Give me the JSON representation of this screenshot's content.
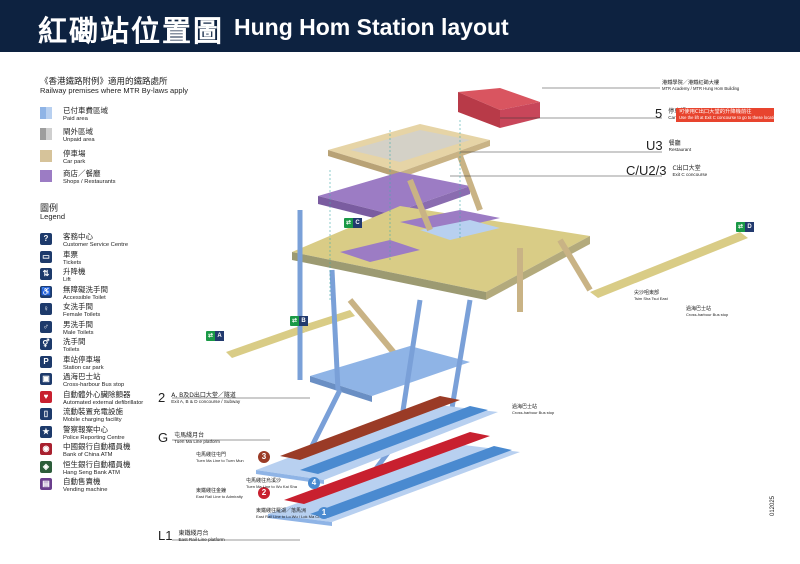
{
  "header": {
    "title_zh": "紅磡站位置圖",
    "title_en": "Hung Hom Station layout"
  },
  "legend_intro": {
    "zh": "《香港鐵路附例》適用的鐵路處所",
    "en": "Railway premises where MTR By-laws apply"
  },
  "zones": [
    {
      "zh": "已付車費區域",
      "en": "Paid area",
      "colors": [
        "#8fb4e6",
        "#b8d0f0"
      ]
    },
    {
      "zh": "閘外區域",
      "en": "Unpaid area",
      "colors": [
        "#9e9e9e",
        "#cfcfcf"
      ]
    },
    {
      "zh": "停車場",
      "en": "Car park",
      "colors": [
        "#d6c39a"
      ]
    },
    {
      "zh": "商店／餐廳",
      "en": "Shops / Restaurants",
      "colors": [
        "#9c7cc4"
      ]
    }
  ],
  "legend_heading": {
    "zh": "圖例",
    "en": "Legend"
  },
  "legend_items": [
    {
      "zh": "客務中心",
      "en": "Customer Service Centre",
      "icon": "customer-service-icon",
      "glyph": "?",
      "color": "#1d3a6b"
    },
    {
      "zh": "車票",
      "en": "Tickets",
      "icon": "ticket-icon",
      "glyph": "▭",
      "color": "#1d3a6b"
    },
    {
      "zh": "升降機",
      "en": "Lift",
      "icon": "lift-icon",
      "glyph": "⇅",
      "color": "#1d3a6b"
    },
    {
      "zh": "無障礙洗手間",
      "en": "Accessible Toilet",
      "icon": "accessible-toilet-icon",
      "glyph": "♿",
      "color": "#1d3a6b"
    },
    {
      "zh": "女洗手間",
      "en": "Female Toilets",
      "icon": "female-toilet-icon",
      "glyph": "♀",
      "color": "#1d3a6b"
    },
    {
      "zh": "男洗手間",
      "en": "Male Toilets",
      "icon": "male-toilet-icon",
      "glyph": "♂",
      "color": "#1d3a6b"
    },
    {
      "zh": "洗手間",
      "en": "Toilets",
      "icon": "toilets-icon",
      "glyph": "⚥",
      "color": "#1d3a6b"
    },
    {
      "zh": "車站停車場",
      "en": "Station car park",
      "icon": "parking-icon",
      "glyph": "P",
      "color": "#1d3a6b"
    },
    {
      "zh": "過海巴士站",
      "en": "Cross-harbour Bus stop",
      "icon": "bus-stop-icon",
      "glyph": "▣",
      "color": "#1d3a6b"
    },
    {
      "zh": "自動體外心臟除顫器",
      "en": "Automated external defibrillator",
      "icon": "defibrillator-icon",
      "glyph": "♥",
      "color": "#c8202f"
    },
    {
      "zh": "流動裝置充電設施",
      "en": "Mobile charging facility",
      "icon": "charging-icon",
      "glyph": "▯",
      "color": "#1d3a6b"
    },
    {
      "zh": "警察報案中心",
      "en": "Police Reporting Centre",
      "icon": "police-icon",
      "glyph": "★",
      "color": "#1d3a6b"
    },
    {
      "zh": "中國銀行自動櫃員機",
      "en": "Bank of China ATM",
      "icon": "boc-atm-icon",
      "glyph": "◉",
      "color": "#a8202f"
    },
    {
      "zh": "恒生銀行自動櫃員機",
      "en": "Hang Seng Bank ATM",
      "icon": "hangseng-atm-icon",
      "glyph": "◈",
      "color": "#2c5d3a"
    },
    {
      "zh": "自動售賣機",
      "en": "Vending machine",
      "icon": "vending-icon",
      "glyph": "▤",
      "color": "#6a3e8c"
    }
  ],
  "levels": [
    {
      "num": "",
      "zh": "港鐵學院／港鐵紅磡大樓",
      "en": "MTR Academy / MTR Hung Hom Building"
    },
    {
      "num": "5",
      "zh": "停車場",
      "en": "Car park"
    },
    {
      "num": "U3",
      "zh": "餐廳",
      "en": "Restaurant"
    },
    {
      "num": "C/U2/3",
      "zh": "C出口大堂",
      "en": "Exit C concourse"
    },
    {
      "num": "2",
      "zh": "A, B及D出口大堂／隧道",
      "en": "Exit A, B & D concourse / Subway"
    },
    {
      "num": "G",
      "zh": "屯馬綫月台",
      "en": "Tuen Ma Line platform"
    },
    {
      "num": "L1",
      "zh": "東鐵綫月台",
      "en": "East Rail Line platform"
    }
  ],
  "car_park_note": {
    "zh": "可使用C出口大堂的升降機前往",
    "en": "Use the lift at Exit C concourse to go to these locations"
  },
  "exits": [
    "A",
    "B",
    "C",
    "D"
  ],
  "bus_labels": [
    {
      "zh": "尖沙咀東部",
      "en": "Tsim Sha Tsui East"
    },
    {
      "zh": "過海巴士站",
      "en": "Cross-harbour Bus stop"
    },
    {
      "zh": "過海巴士站",
      "en": "Cross-harbour Bus stop"
    }
  ],
  "platforms": [
    {
      "num": "3",
      "zh": "屯馬綫往屯門",
      "en": "Tuen Ma Line to Tuen Mun",
      "color": "#9a3b26"
    },
    {
      "num": "2",
      "zh": "東鐵綫往金鐘",
      "en": "East Rail Line to Admiralty",
      "color": "#c8202f"
    },
    {
      "num": "4",
      "zh": "屯馬綫往烏溪沙",
      "en": "Tuen Ma Line to Wu Kai Sha",
      "color": "#4a8ad0"
    },
    {
      "num": "1",
      "zh": "東鐵綫往羅湖／落馬洲",
      "en": "East Rail Line to Lo Wu / Lok Ma Chau",
      "color": "#4a8ad0"
    }
  ],
  "doc_code": "012025"
}
